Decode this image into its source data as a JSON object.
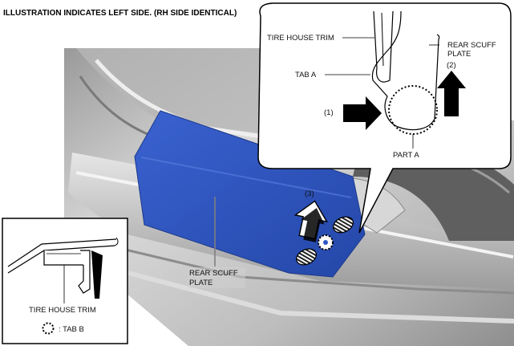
{
  "header": {
    "text": "ILLUSTRATION INDICATES LEFT SIDE. (RH SIDE IDENTICAL)"
  },
  "callout": {
    "tire_house_trim": "TIRE HOUSE TRIM",
    "rear_scuff_plate_line1": "REAR SCUFF",
    "rear_scuff_plate_line2": "PLATE",
    "tab_a": "TAB A",
    "step1": "(1)",
    "step2": "(2)",
    "part_a": "PART A"
  },
  "main": {
    "step3": "(3)",
    "rear_scuff_plate_line1": "REAR SCUFF",
    "rear_scuff_plate_line2": "PLATE"
  },
  "inset": {
    "tire_house_trim": "TIRE HOUSE TRIM",
    "tab_b_legend": ": TAB B"
  },
  "colors": {
    "scuff_plate": "#2f55c2",
    "body_panel": "#c7c7c7",
    "arrow": "#000000"
  }
}
